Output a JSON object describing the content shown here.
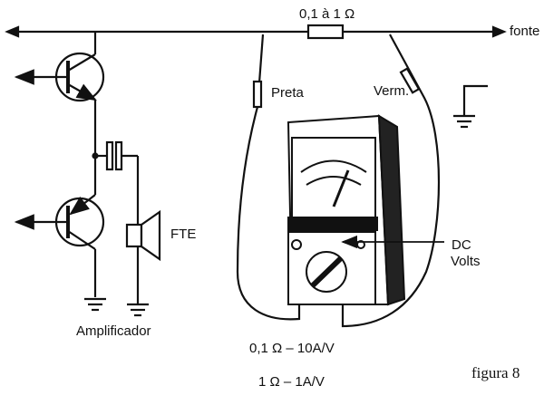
{
  "diagram": {
    "resistor_label": "0,1 à 1 Ω",
    "source_label": "fonte",
    "probe_black_label": "Preta",
    "probe_red_label": "Verm.",
    "speaker_label": "FTE",
    "amplifier_label": "Amplificador",
    "meter_setting_label_line1": "DC",
    "meter_setting_label_line2": "Volts",
    "scale_note_1": "0,1 Ω – 10A/V",
    "scale_note_2": "1 Ω  –  1A/V",
    "figure_caption": "figura 8"
  },
  "colors": {
    "ink": "#111111",
    "meter_face": "#ffffff",
    "meter_band": "#111111"
  },
  "icons": [
    "transistor-icon",
    "capacitor-icon",
    "speaker-icon",
    "ground-icon",
    "resistor-icon",
    "arrow-icon",
    "meter-icon"
  ]
}
